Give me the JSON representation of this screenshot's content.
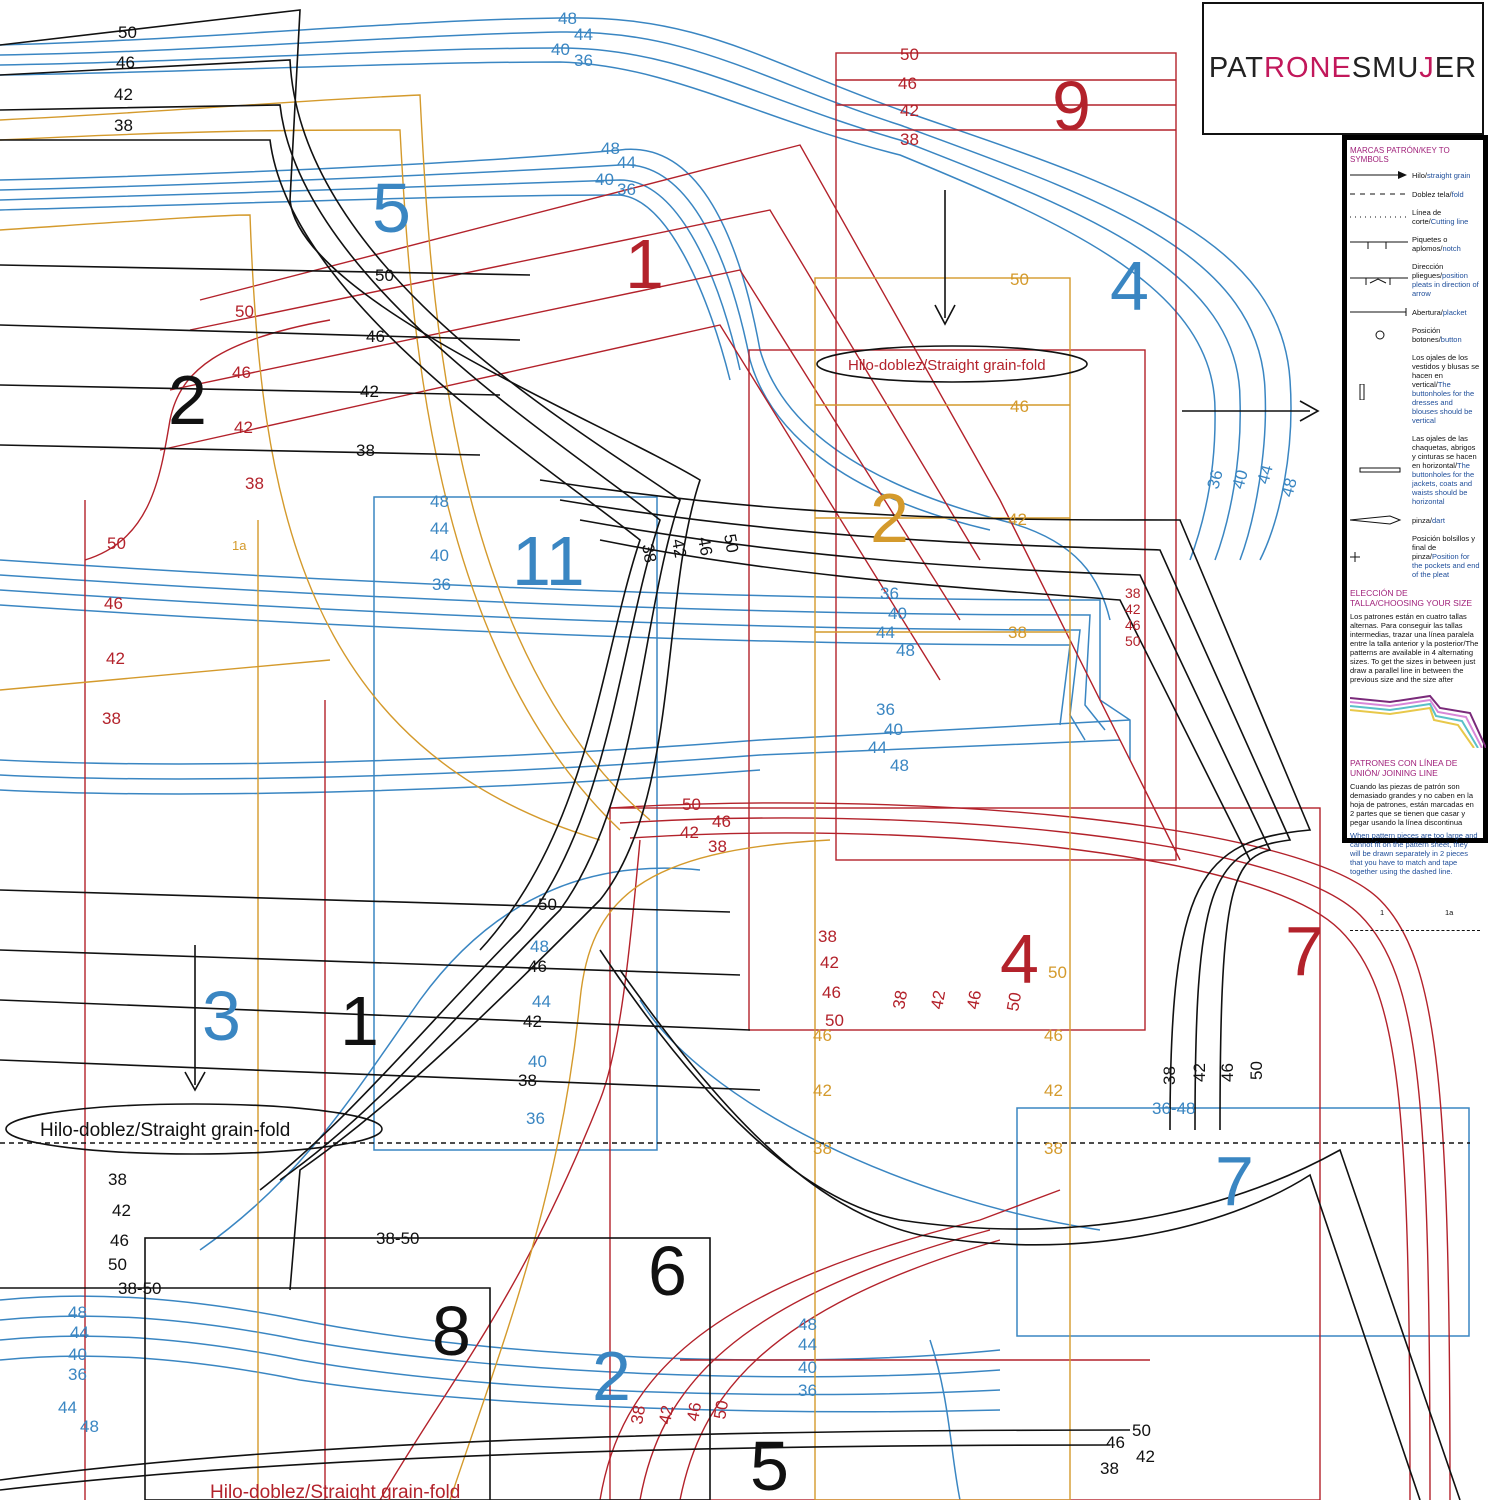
{
  "logo": {
    "part1": "PAT",
    "part2": "RONE",
    "part3": "SMU",
    "part4": "J",
    "part5": "ER",
    "full": "PATRONESMUJER"
  },
  "legend": {
    "title": "MARCAS PATRÓN/KEY TO SYMBOLS",
    "items": [
      {
        "es": "Hilo/",
        "en": "straight grain",
        "icon": "arrow-icon"
      },
      {
        "es": "Doblez tela/",
        "en": "fold",
        "icon": "dashed-line-icon"
      },
      {
        "es": "Línea de corte/",
        "en": "Cutting line",
        "icon": "dotted-line-icon"
      },
      {
        "es": "Piquetes o aplomos/",
        "en": "notch",
        "icon": "notch-icon"
      },
      {
        "es": "Dirección pliegues/",
        "en": "position pleats in direction of arrow",
        "icon": "pleat-icon"
      },
      {
        "es": "Abertura/",
        "en": "placket",
        "icon": "placket-icon"
      },
      {
        "es": "Posición botones/",
        "en": "button",
        "icon": "button-circle-icon"
      },
      {
        "es": "Los ojales de los vestidos y blusas se hacen en vertical/",
        "en": "The buttonholes for the dresses and blouses should be vertical",
        "icon": "vertical-buttonhole-icon"
      },
      {
        "es": "Las ojales de las chaquetas, abrigos y cinturas se hacen en horizontal/",
        "en": "The buttonholes for the jackets, coats and waists should be horizontal",
        "icon": "horizontal-buttonhole-icon"
      },
      {
        "es": "pinza/",
        "en": "dart",
        "icon": "dart-icon"
      },
      {
        "es": "Posición bolsillos y final de pinza/",
        "en": "Position for the pockets and end of the pleat",
        "icon": "plus-icon"
      }
    ],
    "size_title": "ELECCIÓN DE TALLA/CHOOSING YOUR SIZE",
    "size_text": "Los patrones están en cuatro tallas alternas. Para conseguir las tallas intermedias, trazar una línea paralela entre la talla anterior y la posterior/The patterns are available in 4 alternating sizes. To get the sizes in between just draw a parallel line in between the previous size and the size after",
    "join_title": "PATRONES CON LÍNEA DE UNIÓN/ JOINING LINE",
    "join_es": "Cuando las piezas de patrón son demasiado grandes y no caben en la hoja de patrones, están marcadas en 2 partes que se tienen que casar y pegar usando la línea discontinua",
    "join_en": "When pattern pieces are too large and cannot fit on the pattern sheet, they will be drawn separately in 2 pieces that you have to match and tape together using the dashed line.",
    "join_labels": [
      "1",
      "1a"
    ]
  },
  "grain_label": "Hilo-doblez/Straight grain-fold",
  "pieces": {
    "p9": "9",
    "p5": "5",
    "p1": "1",
    "p4": "4",
    "p2": "2",
    "p2b": "2",
    "p11": "11",
    "p3": "3",
    "p1b": "1",
    "p4b": "4",
    "p7": "7",
    "p7b": "7",
    "p6": "6",
    "p8": "8",
    "p2c": "2",
    "p5b": "5",
    "p1a": "1a"
  },
  "sizes": {
    "s50": "50",
    "s48": "48",
    "s46": "46",
    "s44": "44",
    "s42": "42",
    "s40": "40",
    "s38": "38",
    "s36": "36",
    "r3648": "36-48",
    "r3850": "38-50"
  }
}
